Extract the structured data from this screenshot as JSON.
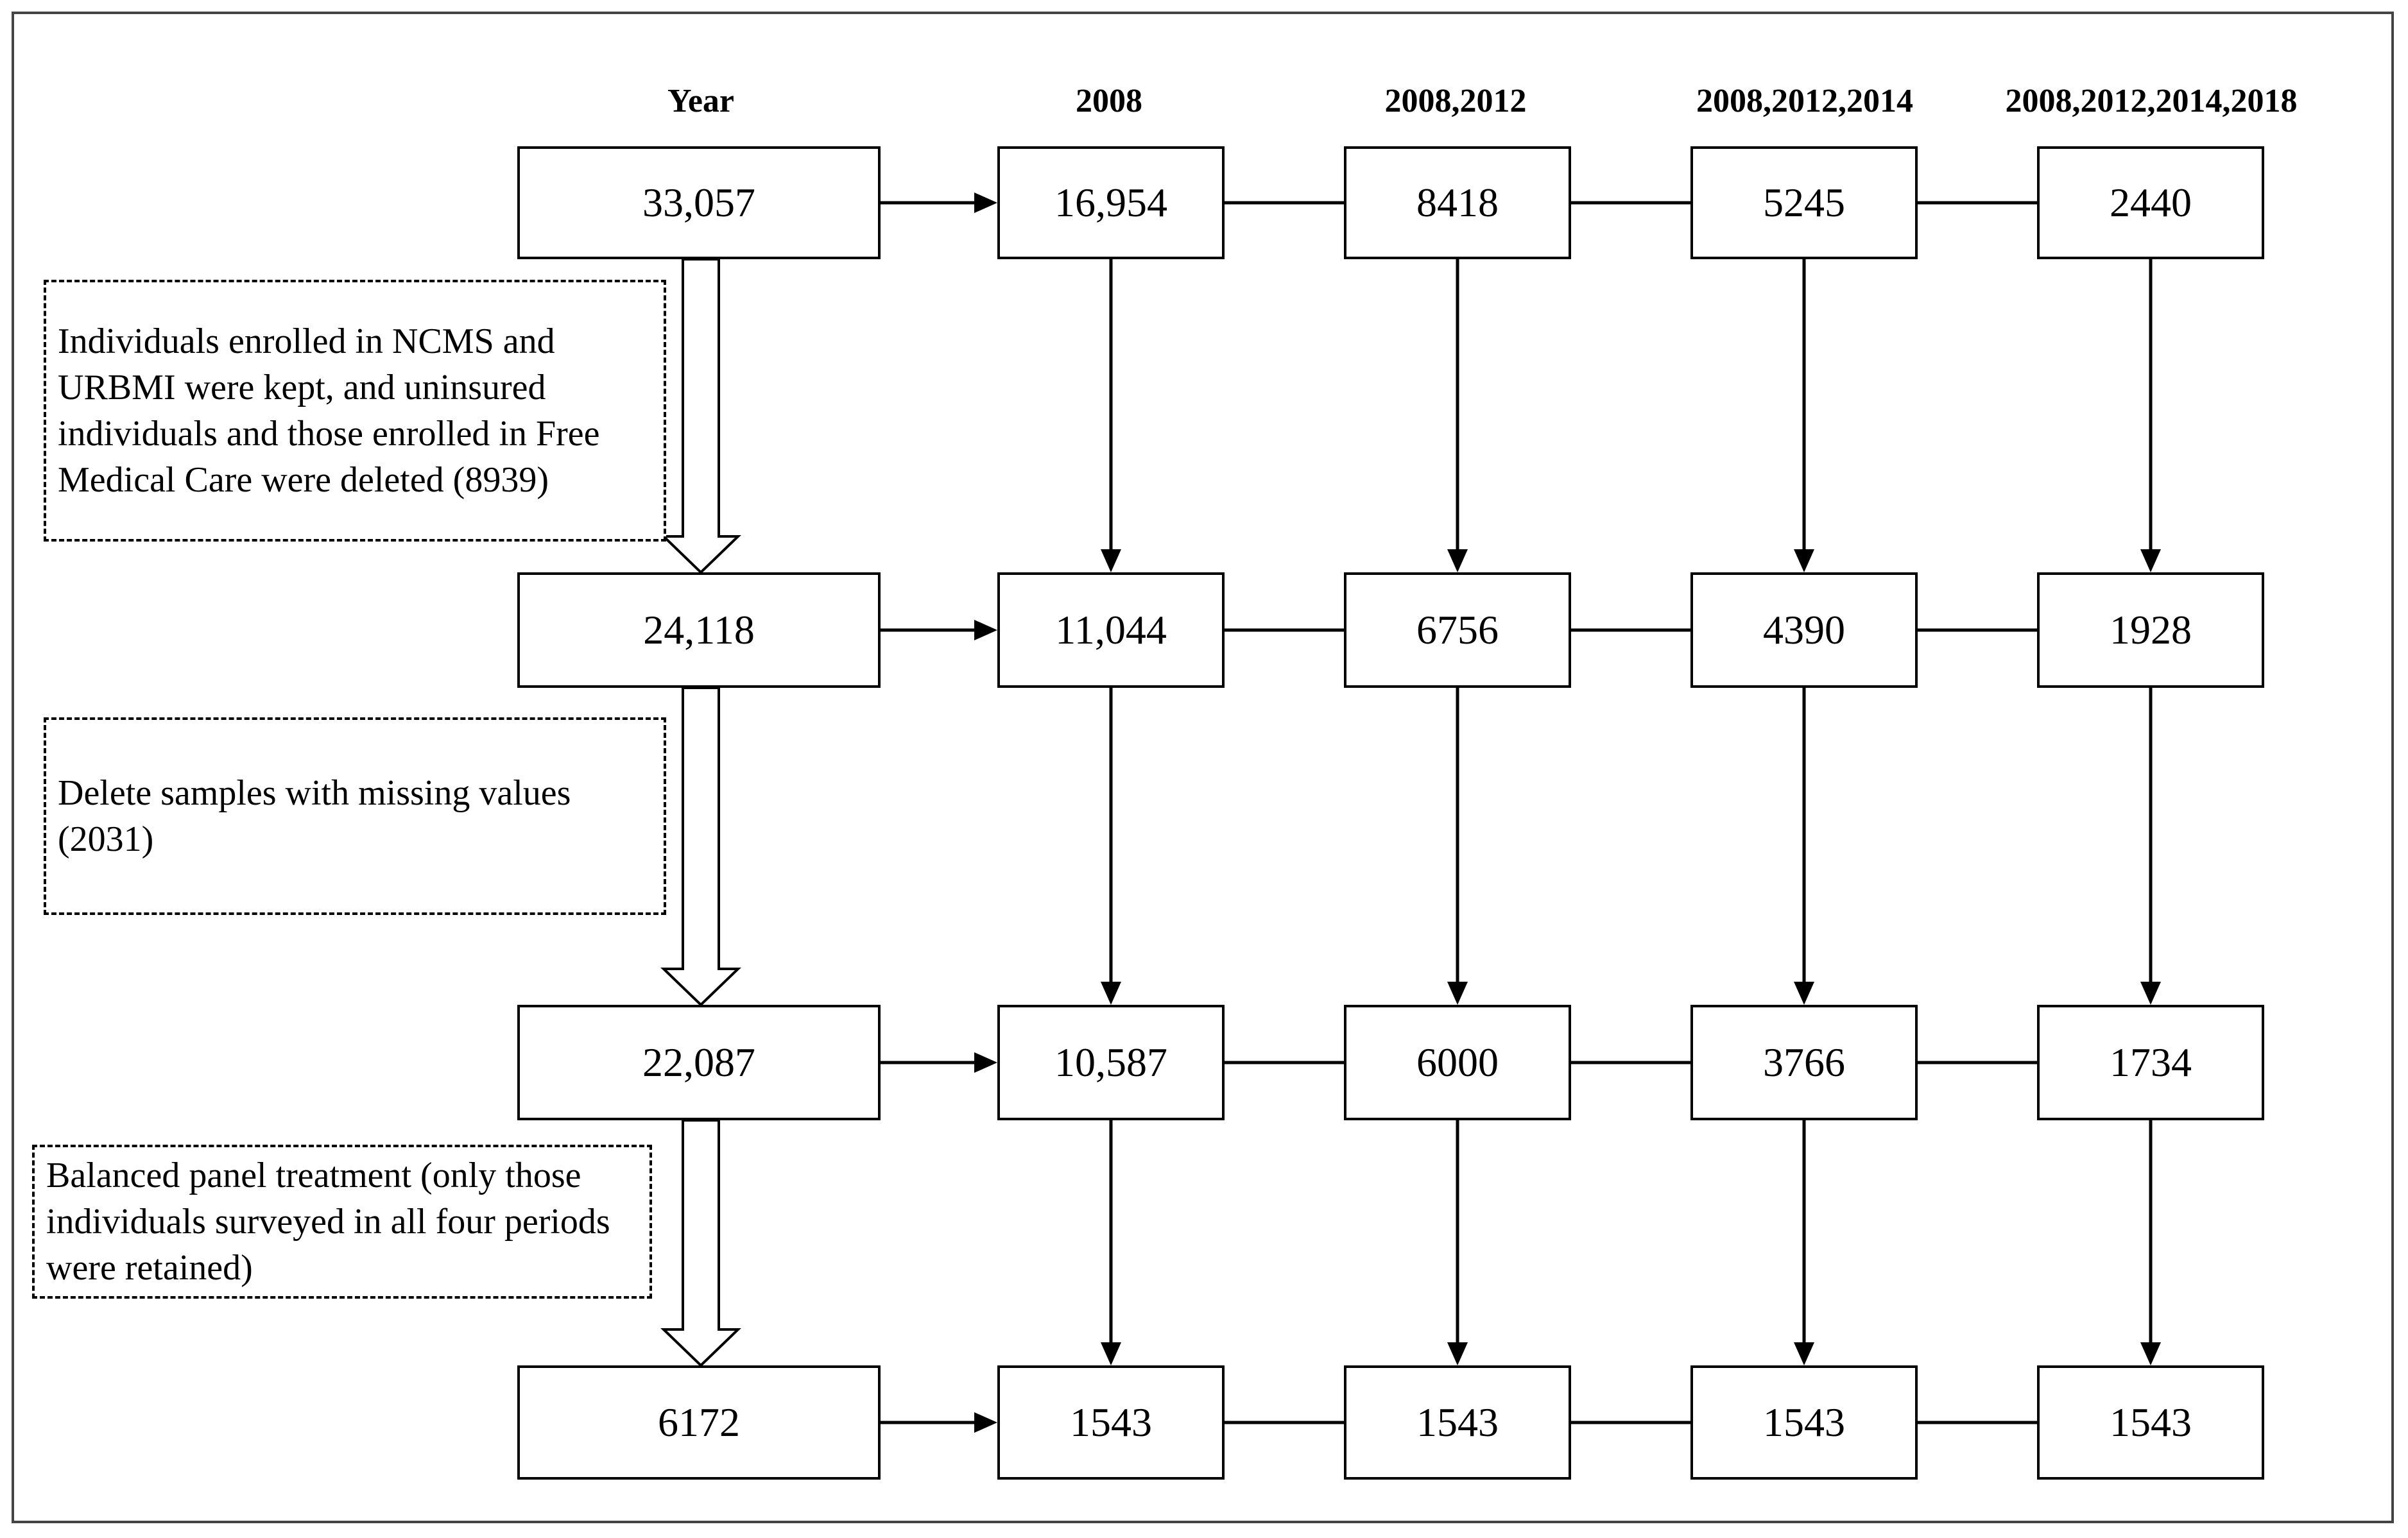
{
  "headers": [
    "Year",
    "2008",
    "2008,2012",
    "2008,2012,2014",
    "2008,2012,2014,2018"
  ],
  "rows": [
    [
      "33,057",
      "16,954",
      "8418",
      "5245",
      "2440"
    ],
    [
      "24,118",
      "11,044",
      "6756",
      "4390",
      "1928"
    ],
    [
      "22,087",
      "10,587",
      "6000",
      "3766",
      "1734"
    ],
    [
      "6172",
      "1543",
      "1543",
      "1543",
      "1543"
    ]
  ],
  "notes": [
    "Individuals enrolled in NCMS and URBMI were kept, and uninsured individuals and those enrolled in Free Medical Care were deleted (8939)",
    "Delete samples with missing values (2031)",
    "Balanced panel treatment (only those individuals surveyed in all four periods were retained)"
  ],
  "colors": {
    "line": "#000000",
    "frame": "#444444",
    "background": "#ffffff"
  }
}
